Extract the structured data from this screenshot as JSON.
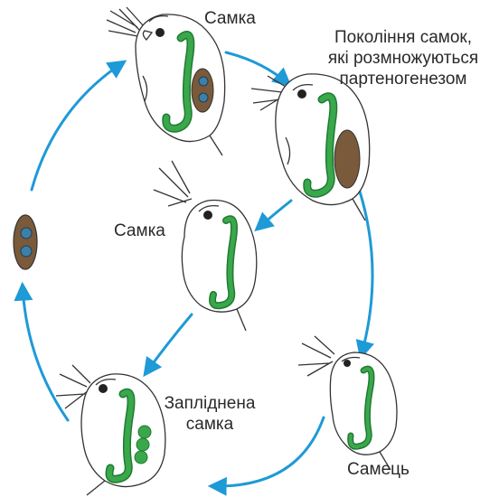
{
  "labels": {
    "female_top": "Самка",
    "parthenogenesis_line1": "Покоління самок,",
    "parthenogenesis_line2": "які розмножуються",
    "parthenogenesis_line3": "партеногенезом",
    "female_middle": "Самка",
    "fertilized_female_line1": "Запліднена",
    "fertilized_female_line2": "самка",
    "male": "Самець"
  },
  "colors": {
    "arrow": "#1e9ad6",
    "gut": "#3aa84a",
    "gut_dark": "#1f7a34",
    "brood_egg": "#7a5a3a",
    "egg_blue": "#3d7fa6",
    "outline": "#333333"
  }
}
